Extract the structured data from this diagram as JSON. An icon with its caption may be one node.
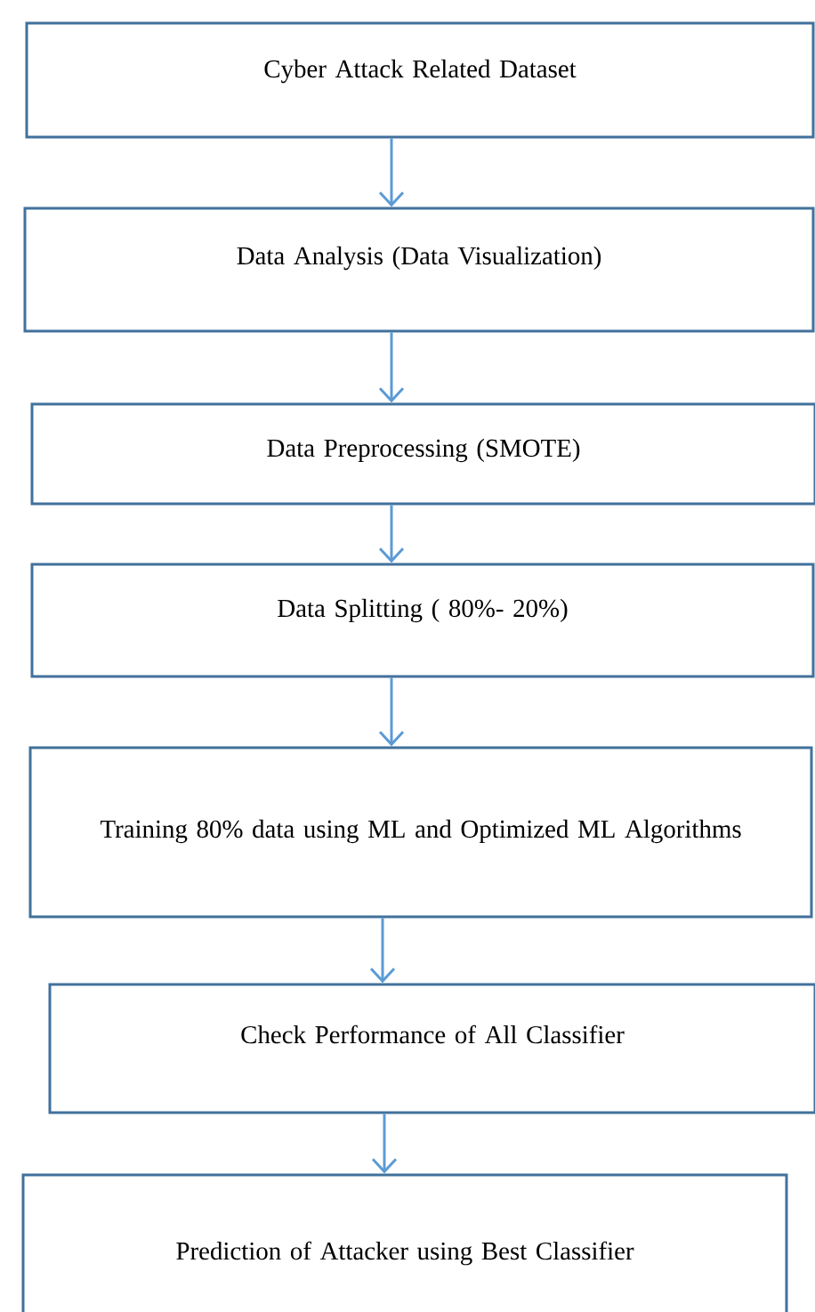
{
  "diagram": {
    "nodes": [
      {
        "text": [
          "Cyber Attack Related Dataset"
        ]
      },
      {
        "text": [
          "Data Analysis (Data Visualization)"
        ]
      },
      {
        "text": [
          "Data Preprocessing (SMOTE)"
        ]
      },
      {
        "text": [
          "Data Splitting ( 80%- 20%)"
        ]
      },
      {
        "text": [
          "Training 80% data using ML and Optimized ML Algorithms"
        ]
      },
      {
        "text": [
          "Check Performance of All Classifier"
        ]
      },
      {
        "text": [
          "Prediction of Attacker using Best Classifier"
        ]
      }
    ],
    "edges": [
      {
        "from": 0,
        "to": 1,
        "arrow": "to"
      },
      {
        "from": 1,
        "to": 2,
        "arrow": "to"
      },
      {
        "from": 2,
        "to": 3,
        "arrow": "to"
      },
      {
        "from": 3,
        "to": 4,
        "arrow": "to"
      },
      {
        "from": 4,
        "to": 5,
        "arrow": "to"
      },
      {
        "from": 5,
        "to": 6,
        "arrow": "to"
      }
    ]
  }
}
